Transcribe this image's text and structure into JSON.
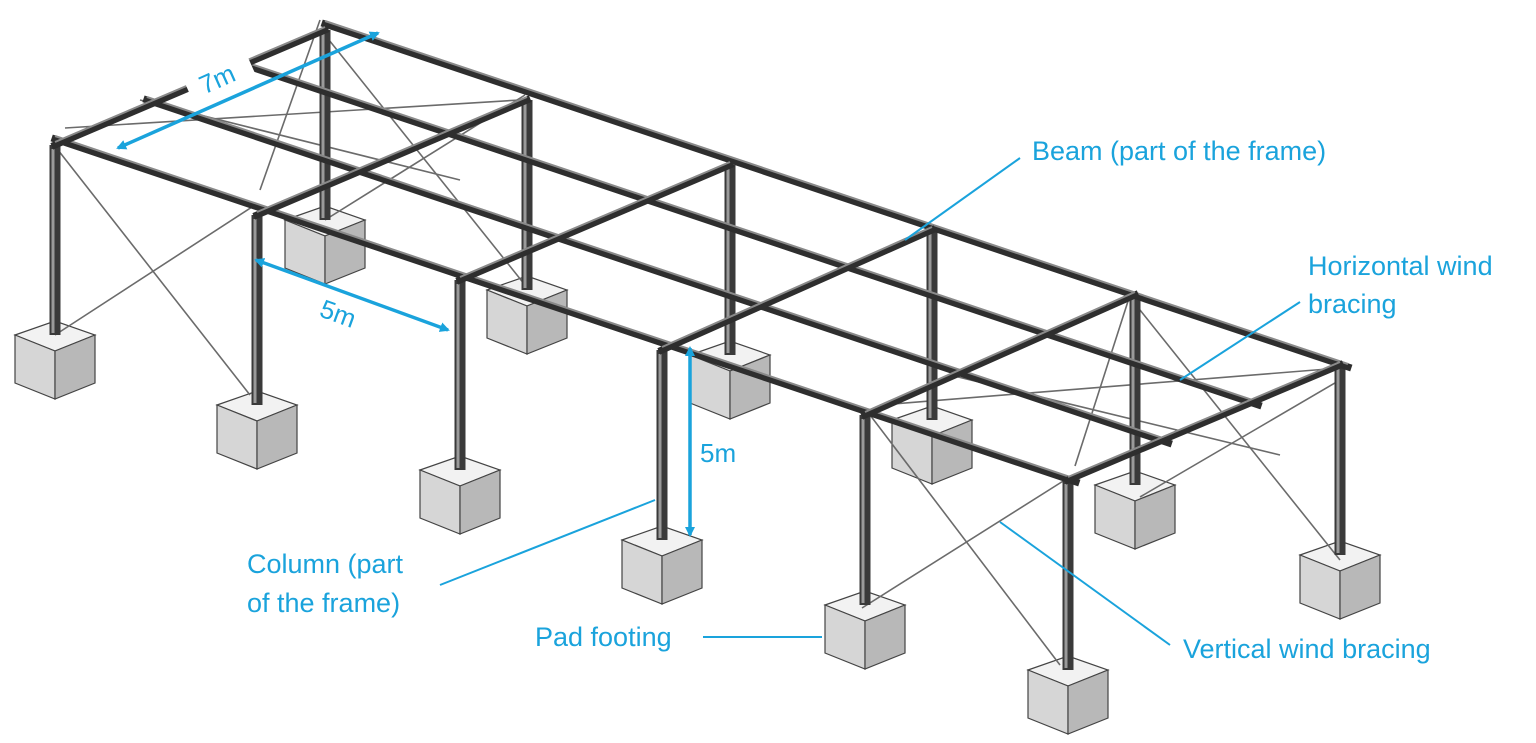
{
  "labels": {
    "beam": "Beam (part of the frame)",
    "horizontal_bracing_line1": "Horizontal wind",
    "horizontal_bracing_line2": "bracing",
    "column_line1": "Column (part",
    "column_line2": "of the frame)",
    "pad_footing": "Pad footing",
    "vertical_bracing": "Vertical wind bracing"
  },
  "dimensions": {
    "width": "7m",
    "bay_spacing": "5m",
    "height": "5m"
  },
  "colors": {
    "annotation": "#1aa3dc",
    "steel": "#2e2e2e",
    "concrete_top": "#f2f2f2",
    "concrete_front": "#d6d6d6",
    "concrete_side": "#b8b8b8"
  }
}
